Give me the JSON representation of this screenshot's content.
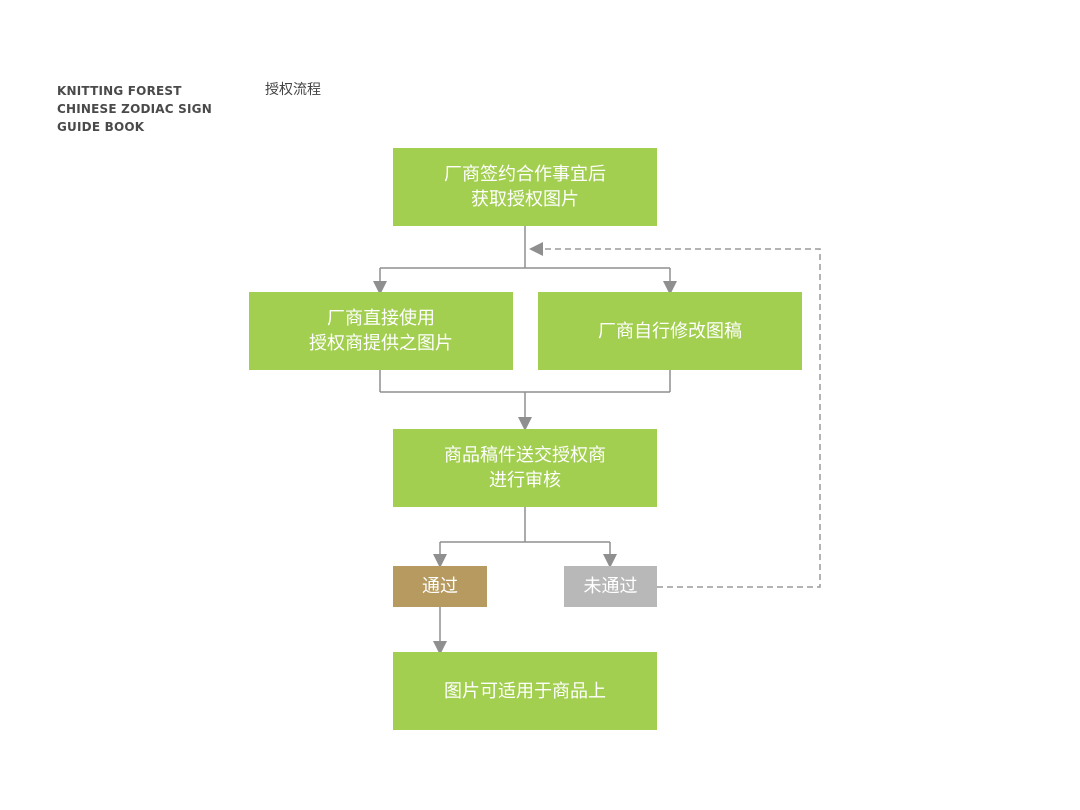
{
  "brand": {
    "line1": "KNITTING FOREST",
    "line2": "CHINESE ZODIAC SIGN",
    "line3": "GUIDE BOOK"
  },
  "section_title": "授权流程",
  "colors": {
    "box_green": "#a2cf4f",
    "box_pass": "#b69a5f",
    "box_fail": "#b8b8b8",
    "connector": "#8f8f8f"
  },
  "nodes": {
    "start": {
      "line1": "厂商签约合作事宜后",
      "line2": "获取授权图片"
    },
    "direct": {
      "line1": "厂商直接使用",
      "line2": "授权商提供之图片"
    },
    "modify": {
      "line1": "厂商自行修改图稿"
    },
    "review": {
      "line1": "商品稿件送交授权商",
      "line2": "进行审核"
    },
    "pass": {
      "line1": "通过"
    },
    "fail": {
      "line1": "未通过"
    },
    "final": {
      "line1": "图片可适用于商品上"
    }
  }
}
